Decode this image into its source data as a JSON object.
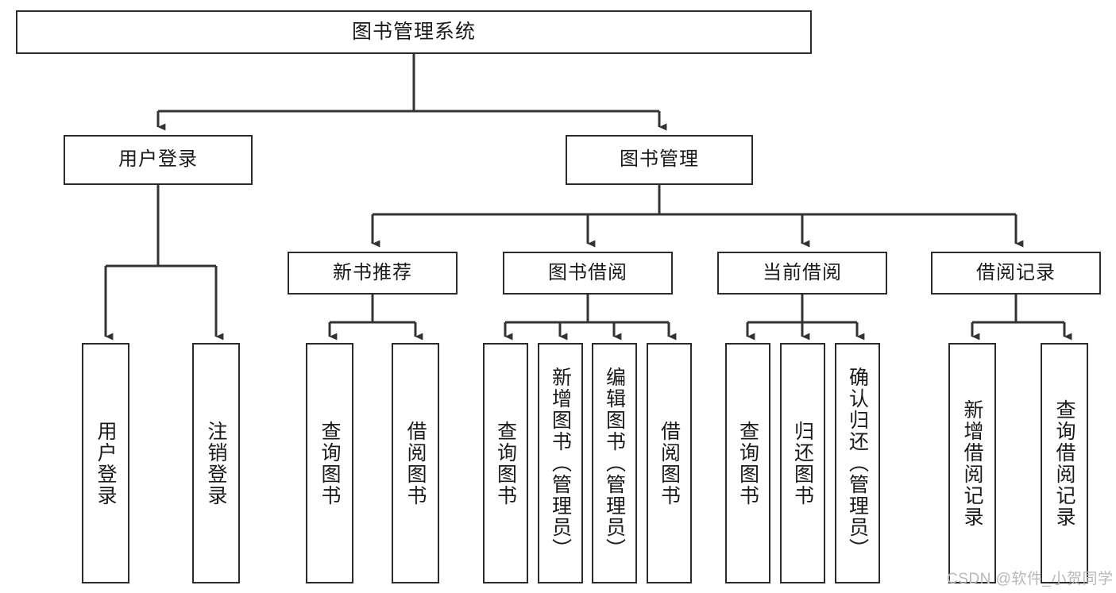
{
  "diagram": {
    "type": "tree-hierarchy",
    "orientation": "top-down",
    "root": {
      "id": "system",
      "label": "图书管理系统"
    },
    "level2": [
      {
        "id": "user-login",
        "label": "用户登录"
      },
      {
        "id": "book-management",
        "label": "图书管理"
      }
    ],
    "level3": [
      {
        "id": "new-book-recommend",
        "label": "新书推荐",
        "parent": "book-management"
      },
      {
        "id": "book-borrow",
        "label": "图书借阅",
        "parent": "book-management"
      },
      {
        "id": "current-borrow",
        "label": "当前借阅",
        "parent": "book-management"
      },
      {
        "id": "borrow-record",
        "label": "借阅记录",
        "parent": "book-management"
      }
    ],
    "leaves": {
      "user_login": [
        {
          "id": "leaf-user-login",
          "label": "用户登录"
        },
        {
          "id": "leaf-logout-login",
          "label": "注销登录"
        }
      ],
      "new_book_recommend": [
        {
          "id": "leaf-query-book-1",
          "label": "查询图书"
        },
        {
          "id": "leaf-borrow-book-1",
          "label": "借阅图书"
        }
      ],
      "book_borrow": [
        {
          "id": "leaf-query-book-2",
          "label": "查询图书"
        },
        {
          "id": "leaf-add-book",
          "label": "新增图书（管理员）"
        },
        {
          "id": "leaf-edit-book",
          "label": "编辑图书（管理员）"
        },
        {
          "id": "leaf-borrow-book-2",
          "label": "借阅图书"
        }
      ],
      "current_borrow": [
        {
          "id": "leaf-query-book-3",
          "label": "查询图书"
        },
        {
          "id": "leaf-return-book",
          "label": "归还图书"
        },
        {
          "id": "leaf-confirm-return",
          "label": "确认归还（管理员）"
        }
      ],
      "borrow_record": [
        {
          "id": "leaf-add-record",
          "label": "新增借阅记录"
        },
        {
          "id": "leaf-query-record",
          "label": "查询借阅记录"
        }
      ]
    }
  },
  "watermark": {
    "text": "CSDN @软件_小贺同学"
  },
  "colors": {
    "box_border": "#2b2b2b",
    "box_fill": "#ffffff",
    "connector": "#333333",
    "text": "#1a1a1a",
    "watermark": "#b8b8b8",
    "background": "#ffffff"
  }
}
